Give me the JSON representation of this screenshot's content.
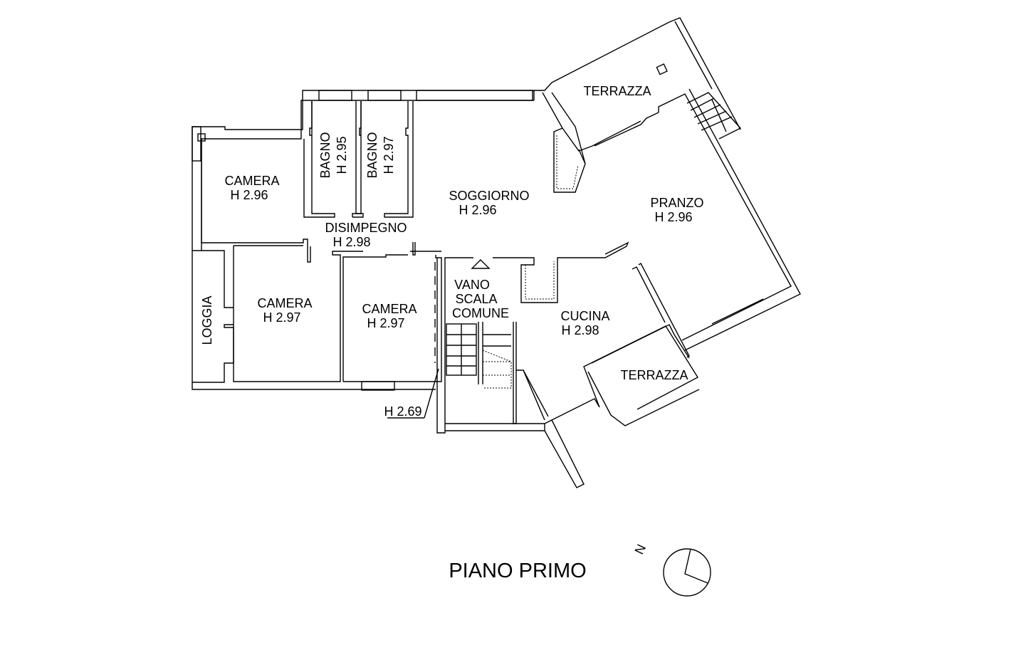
{
  "plan": {
    "title": "PIANO PRIMO",
    "north_label": "N",
    "rooms": [
      {
        "name": "TERRAZZA"
      },
      {
        "name": "BAGNO",
        "height": "H 2.95"
      },
      {
        "name": "BAGNO",
        "height": "H 2.97"
      },
      {
        "name": "CAMERA",
        "height": "H 2.96"
      },
      {
        "name": "SOGGIORNO",
        "height": "H 2.96"
      },
      {
        "name": "PRANZO",
        "height": "H 2.96"
      },
      {
        "name": "DISIMPEGNO",
        "height": "H 2.98"
      },
      {
        "name": "LOGGIA"
      },
      {
        "name": "CAMERA",
        "height": "H 2.97"
      },
      {
        "name": "CAMERA",
        "height": "H 2.97"
      },
      {
        "name": "VANO",
        "line2": "SCALA",
        "line3": "COMUNE"
      },
      {
        "name": "CUCINA",
        "height": "H 2.98"
      },
      {
        "name": "TERRAZZA"
      }
    ],
    "annotation_height": "H 2.69"
  }
}
